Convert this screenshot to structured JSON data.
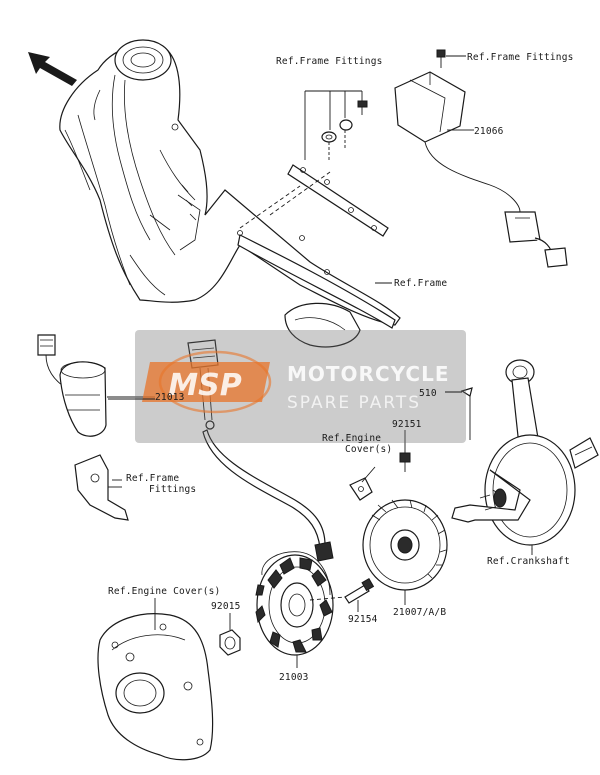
{
  "labels": {
    "ref_frame_fittings_left": "Ref.Frame Fittings",
    "ref_frame_fittings_right": "Ref.Frame Fittings",
    "part_21066": "21066",
    "ref_frame": "Ref.Frame",
    "part_21013": "21013",
    "ref_frame_fittings_lower_1": "Ref.Frame",
    "ref_frame_fittings_lower_2": "Fittings",
    "ref_engine_covers_mid_1": "Ref.Engine",
    "ref_engine_covers_mid_2": "Cover(s)",
    "part_92151": "92151",
    "part_510": "510",
    "ref_crankshaft": "Ref.Crankshaft",
    "ref_engine_covers_low": "Ref.Engine Cover(s)",
    "part_92015": "92015",
    "part_92154": "92154",
    "part_21007": "21007/A/B",
    "part_21003": "21003"
  },
  "watermark": {
    "logo": "MSP",
    "title": "MOTORCYCLE",
    "subtitle": "SPARE PARTS"
  },
  "colors": {
    "watermark_orange": "#e8742a",
    "watermark_gray": "#6e6e6e",
    "ink": "#1a1a1a"
  },
  "icons": {
    "direction": "arrow-up-left-icon"
  }
}
